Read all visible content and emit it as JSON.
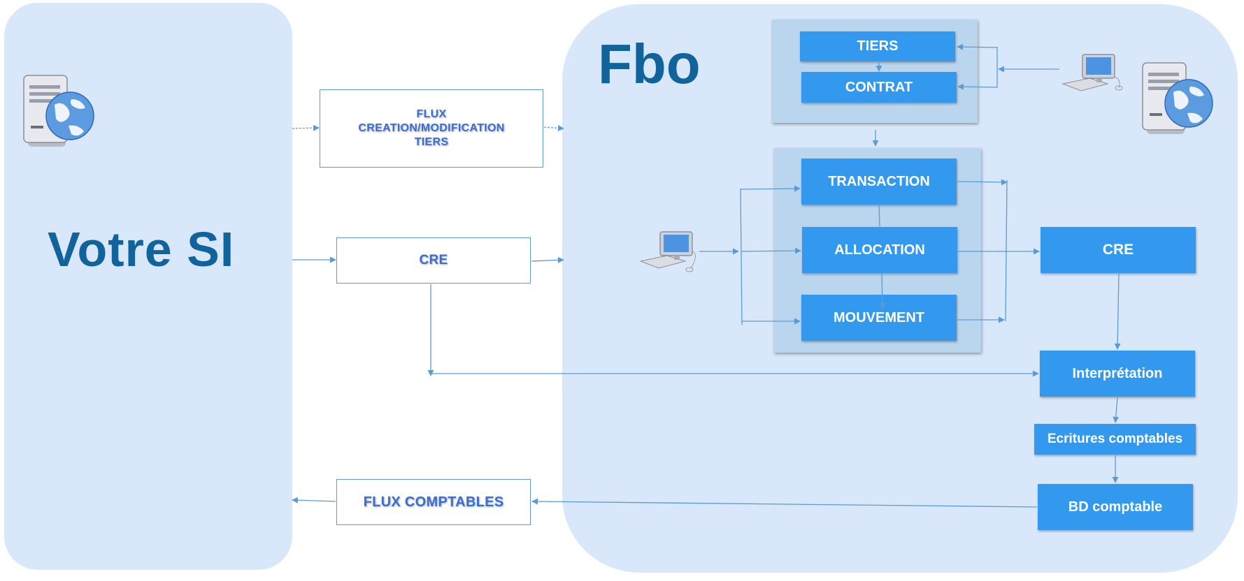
{
  "zones": {
    "left_title": "Votre SI",
    "right_title": "Fbo"
  },
  "flux": {
    "tiers": [
      "FLUX",
      "CREATION/MODIFICATION",
      "TIERS"
    ],
    "cre": "CRE",
    "comptables": "FLUX COMPTABLES"
  },
  "boxes": {
    "tiers": "TIERS",
    "contrat": "CONTRAT",
    "transaction": "TRANSACTION",
    "allocation": "ALLOCATION",
    "mouvement": "MOUVEMENT",
    "cre": "CRE",
    "interpretation": "Interprétation",
    "ecritures": "Ecritures comptables",
    "bd": "BD comptable"
  },
  "colors": {
    "zone": "#d8e8fa",
    "group": "#bad6ef",
    "box": "#3399ee",
    "title": "#10639b",
    "arrow": "#5b9bd5"
  },
  "icons": [
    "server-globe-icon",
    "computer-icon"
  ]
}
